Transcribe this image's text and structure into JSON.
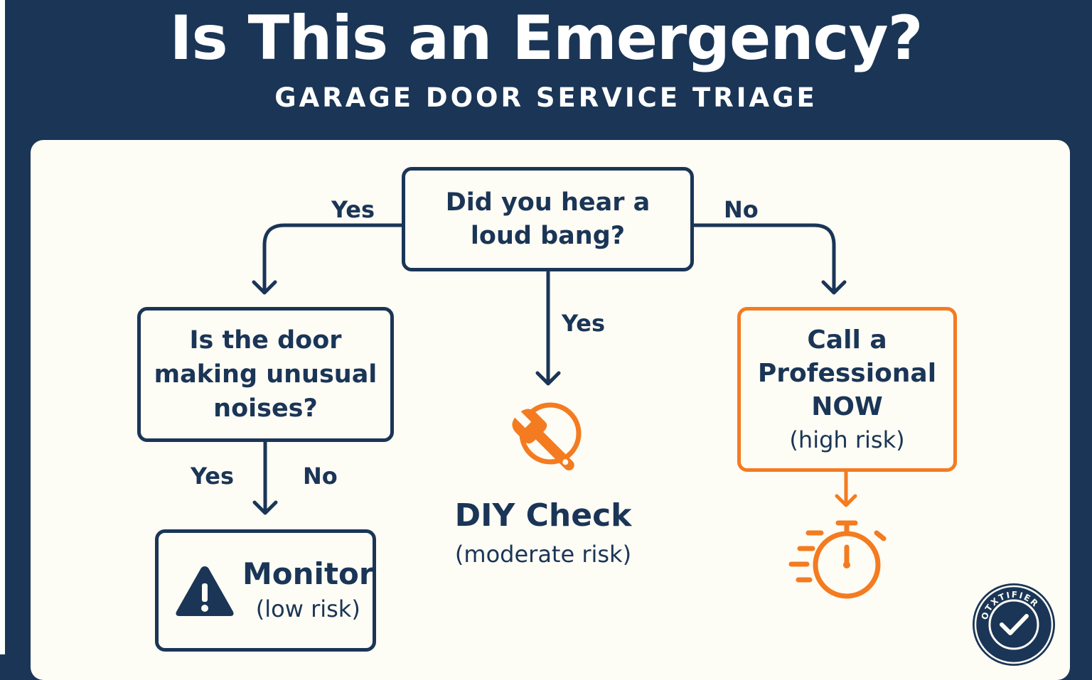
{
  "header": {
    "title": "Is This an Emergency?",
    "subtitle": "GARAGE DOOR SERVICE TRIAGE"
  },
  "flow": {
    "q1": {
      "line1": "Did you hear a",
      "line2": "loud bang?"
    },
    "q2": {
      "line1": "Is the door",
      "line2": "making unusual",
      "line3": "noises?"
    },
    "labels": {
      "q1_left": "Yes",
      "q1_right": "No",
      "q1_down": "Yes",
      "q2_yes": "Yes",
      "q2_no": "No"
    },
    "professional": {
      "line1": "Call a",
      "line2": "Professional",
      "line3": "NOW",
      "risk": "(high risk)",
      "color": "#f47b20"
    },
    "diy": {
      "title": "DIY Check",
      "risk": "(moderate risk)"
    },
    "monitor": {
      "title": "Monitor",
      "risk": "(low risk)"
    }
  },
  "badge": {
    "text": "OTXTIFIER"
  },
  "icons": [
    "wrench-icon",
    "stopwatch-icon",
    "warning-icon",
    "check-badge-icon"
  ],
  "colors": {
    "navy": "#1a3556",
    "orange": "#f47b20",
    "panel": "#fdfcf5"
  }
}
